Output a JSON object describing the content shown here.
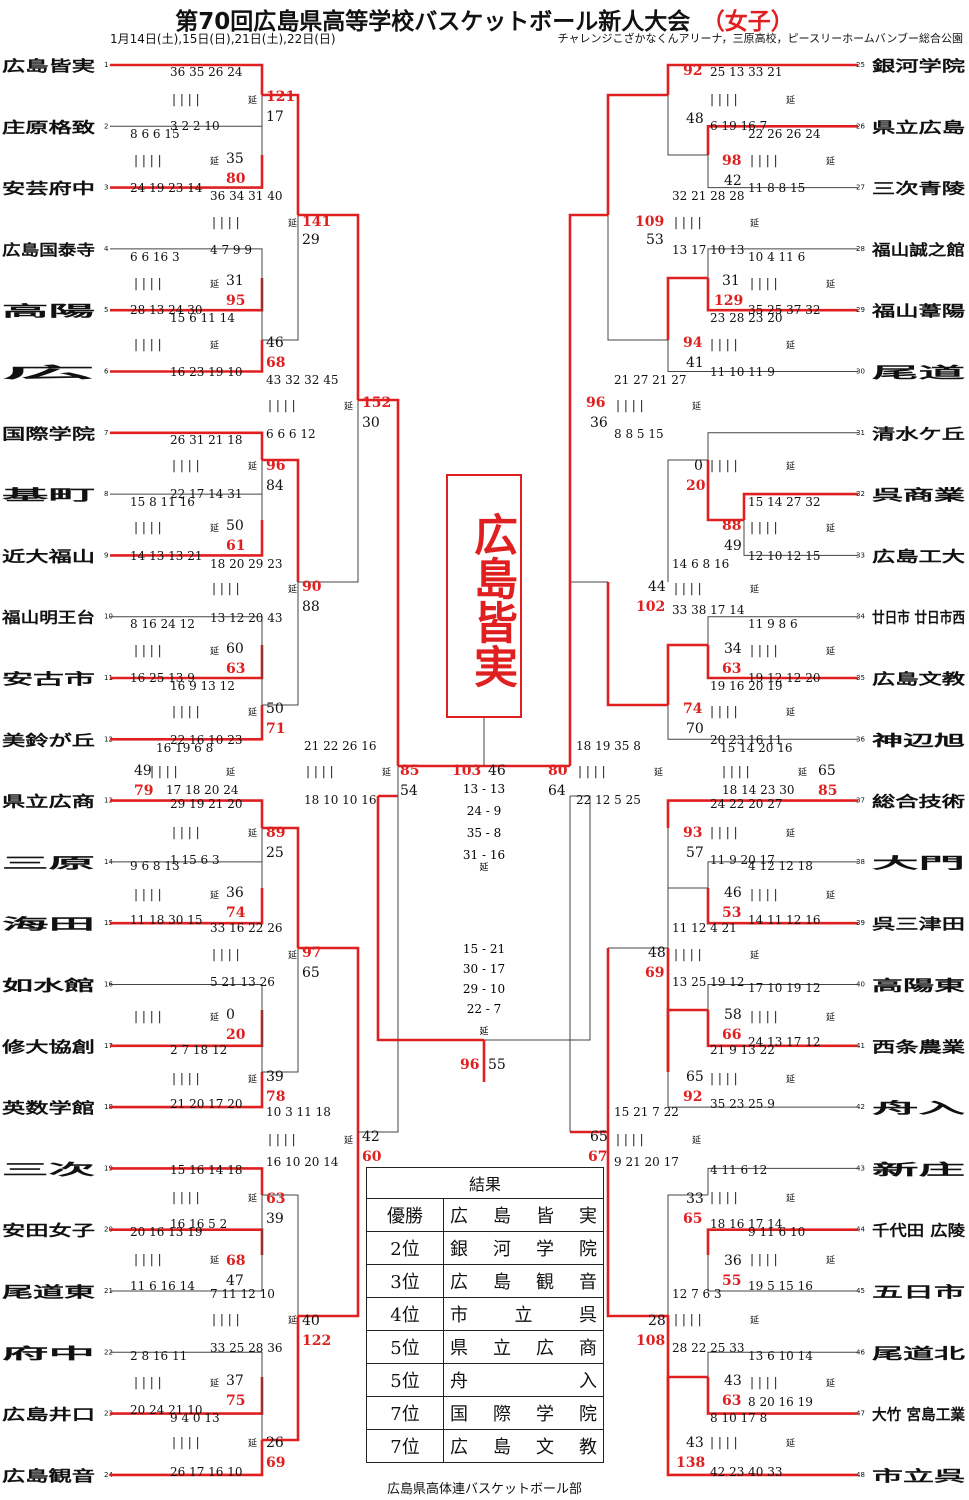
{
  "header": {
    "title_main": "第70回広島県高等学校バスケットボール新人大会",
    "title_girls": "（女子）",
    "dates": "1月14日(土),15日(日),21日(土),22日(日)",
    "venue": "チャレンジこざかなくんアリーナ，三原高校，ピースリーホームバンブー総合公園"
  },
  "champion": "広島皆実",
  "left_teams": [
    {
      "no": "1",
      "name": "広島皆実"
    },
    {
      "no": "2",
      "name": "庄原格致"
    },
    {
      "no": "3",
      "name": "安芸府中"
    },
    {
      "no": "4",
      "name": "広島国泰寺"
    },
    {
      "no": "5",
      "name": "高陽"
    },
    {
      "no": "6",
      "name": "広"
    },
    {
      "no": "7",
      "name": "国際学院"
    },
    {
      "no": "8",
      "name": "基町"
    },
    {
      "no": "9",
      "name": "近大福山"
    },
    {
      "no": "10",
      "name": "福山明王台"
    },
    {
      "no": "11",
      "name": "安古市"
    },
    {
      "no": "12",
      "name": "美鈴が丘"
    },
    {
      "no": "13",
      "name": "県立広商"
    },
    {
      "no": "14",
      "name": "三原"
    },
    {
      "no": "15",
      "name": "海田"
    },
    {
      "no": "16",
      "name": "如水館"
    },
    {
      "no": "17",
      "name": "修大協創"
    },
    {
      "no": "18",
      "name": "英数学館"
    },
    {
      "no": "19",
      "name": "三次"
    },
    {
      "no": "20",
      "name": "安田女子"
    },
    {
      "no": "21",
      "name": "尾道東"
    },
    {
      "no": "22",
      "name": "府中"
    },
    {
      "no": "23",
      "name": "広島井口"
    },
    {
      "no": "24",
      "name": "広島観音"
    }
  ],
  "right_teams": [
    {
      "no": "25",
      "name": "銀河学院"
    },
    {
      "no": "26",
      "name": "県立広島"
    },
    {
      "no": "27",
      "name": "三次青陵"
    },
    {
      "no": "28",
      "name": "福山誠之館"
    },
    {
      "no": "29",
      "name": "福山葦陽"
    },
    {
      "no": "30",
      "name": "尾道"
    },
    {
      "no": "31",
      "name": "清水ケ丘"
    },
    {
      "no": "32",
      "name": "呉商業"
    },
    {
      "no": "33",
      "name": "広島工大"
    },
    {
      "no": "34",
      "name": "廿日市 廿日市西"
    },
    {
      "no": "35",
      "name": "広島文教"
    },
    {
      "no": "36",
      "name": "神辺旭"
    },
    {
      "no": "37",
      "name": "総合技術"
    },
    {
      "no": "38",
      "name": "大門"
    },
    {
      "no": "39",
      "name": "呉三津田"
    },
    {
      "no": "40",
      "name": "高陽東"
    },
    {
      "no": "41",
      "name": "西条農業"
    },
    {
      "no": "42",
      "name": "舟入"
    },
    {
      "no": "43",
      "name": "新庄"
    },
    {
      "no": "44",
      "name": "千代田 広陵"
    },
    {
      "no": "45",
      "name": "五日市"
    },
    {
      "no": "46",
      "name": "尾道北"
    },
    {
      "no": "47",
      "name": "大竹 宮島工業"
    },
    {
      "no": "48",
      "name": "市立呉"
    }
  ],
  "scores": [
    "121",
    "17",
    "35",
    "80",
    "31",
    "95",
    "46",
    "68",
    "141",
    "29",
    "96",
    "84",
    "50",
    "61",
    "60",
    "63",
    "50",
    "71",
    "90",
    "88",
    "152",
    "30",
    "49",
    "79",
    "89",
    "25",
    "36",
    "74",
    "97",
    "65",
    "0",
    "20",
    "39",
    "78",
    "42",
    "60",
    "63",
    "39",
    "68",
    "47",
    "37",
    "75",
    "26",
    "69",
    "40",
    "122",
    "85",
    "54",
    "103",
    "46",
    "80",
    "64",
    "96",
    "55",
    "92",
    "48",
    "98",
    "42",
    "109",
    "53",
    "31",
    "129",
    "94",
    "41",
    "96",
    "36",
    "0",
    "20",
    "88",
    "49",
    "44",
    "102",
    "34",
    "63",
    "74",
    "70",
    "65",
    "85",
    "93",
    "57",
    "46",
    "53",
    "48",
    "69",
    "58",
    "66",
    "65",
    "92",
    "65",
    "67",
    "33",
    "65",
    "36",
    "55",
    "28",
    "108",
    "43",
    "63",
    "43",
    "138"
  ],
  "quarters": [
    "36 35 26 24",
    "3 2 2 10",
    "8 6 6 15",
    "24 19 23 14",
    "36 34 31 40",
    "4 7 9 9",
    "6 6 16 3",
    "28 13 24 30",
    "15 6 11 14",
    "16 23 19 10",
    "43 32 32 45",
    "6 6 6 12",
    "26 31 21 18",
    "22 17 14 31",
    "15 8 11 16",
    "14 13 13 21",
    "18 20 29 23",
    "13 12 20 43",
    "8 16 24 12",
    "16 25 13 9",
    "16 9 13 12",
    "22 16 10 23",
    "16 19 6 8",
    "17 18 20 24",
    "21 22 26 16",
    "18 10 10 16",
    "29 19 21 20",
    "1 15 6 3",
    "9 6 8 13",
    "11 18 30 15",
    "33 16 22 26",
    "5 21 13 26",
    "2 7 18 12",
    "21 20 17 20",
    "10 3 11 18",
    "16 10 20 14",
    "15 16 14 18",
    "16 16 5 2",
    "20 16 13 19",
    "11 6 16 14",
    "7 11 12 10",
    "33 25 28 36",
    "2 8 16 11",
    "20 24 21 10",
    "9 4 0 13",
    "26 17 16 10",
    "25 13 33 21",
    "6 19 16 7",
    "22 26 26 24",
    "11 8 8 15",
    "32 21 28 28",
    "13 17 10 13",
    "10 4 11 6",
    "35 25 37 32",
    "23 28 23 20",
    "11 10 11 9",
    "21 27 21 27",
    "8 8 5 15",
    "15 14 27 32",
    "12 10 12 15",
    "14 6 8 16",
    "33 38 17 14",
    "11 9 8 6",
    "19 12 12 20",
    "19 16 20 19",
    "20 23 16 11",
    "15 14 20 16",
    "18 19 35 8",
    "22 12 5 25",
    "18 14 23 30",
    "24 22 20 27",
    "11 9 20 17",
    "4 12 12 18",
    "14 11 12 16",
    "11 12 4 21",
    "13 25 19 12",
    "17 10 19 12",
    "24 13 17 12",
    "21 9 13 22",
    "35 23 25 9",
    "15 21 7 22",
    "9 21 20 17",
    "4 11 6 12",
    "18 16 17 14",
    "9 11 6 10",
    "19 5 15 16",
    "12 7 6 3",
    "28 22 25 33",
    "13 6 10 14",
    "8 20 16 19",
    "8 10 17 8",
    "42 23 40 33"
  ],
  "final_quarters": [
    "13 - 13",
    "24 - 9",
    "35 - 8",
    "31 - 16"
  ],
  "third_quarters": [
    "15 - 21",
    "30 - 17",
    "29 - 10",
    "22 - 7"
  ],
  "ot_label": "延",
  "results_title": "結果",
  "results": [
    {
      "rank": "優勝",
      "name": "広島皆実"
    },
    {
      "rank": "2位",
      "name": "銀河学院"
    },
    {
      "rank": "3位",
      "name": "広島観音"
    },
    {
      "rank": "4位",
      "name": "市立呉"
    },
    {
      "rank": "5位",
      "name": "県立広商"
    },
    {
      "rank": "5位",
      "name": "舟入"
    },
    {
      "rank": "7位",
      "name": "国際学院"
    },
    {
      "rank": "7位",
      "name": "広島文教"
    }
  ],
  "footer": "広島県高体連バスケットボール部",
  "colors": {
    "winner": "#e02020",
    "line": "#444444",
    "text": "#111111"
  }
}
